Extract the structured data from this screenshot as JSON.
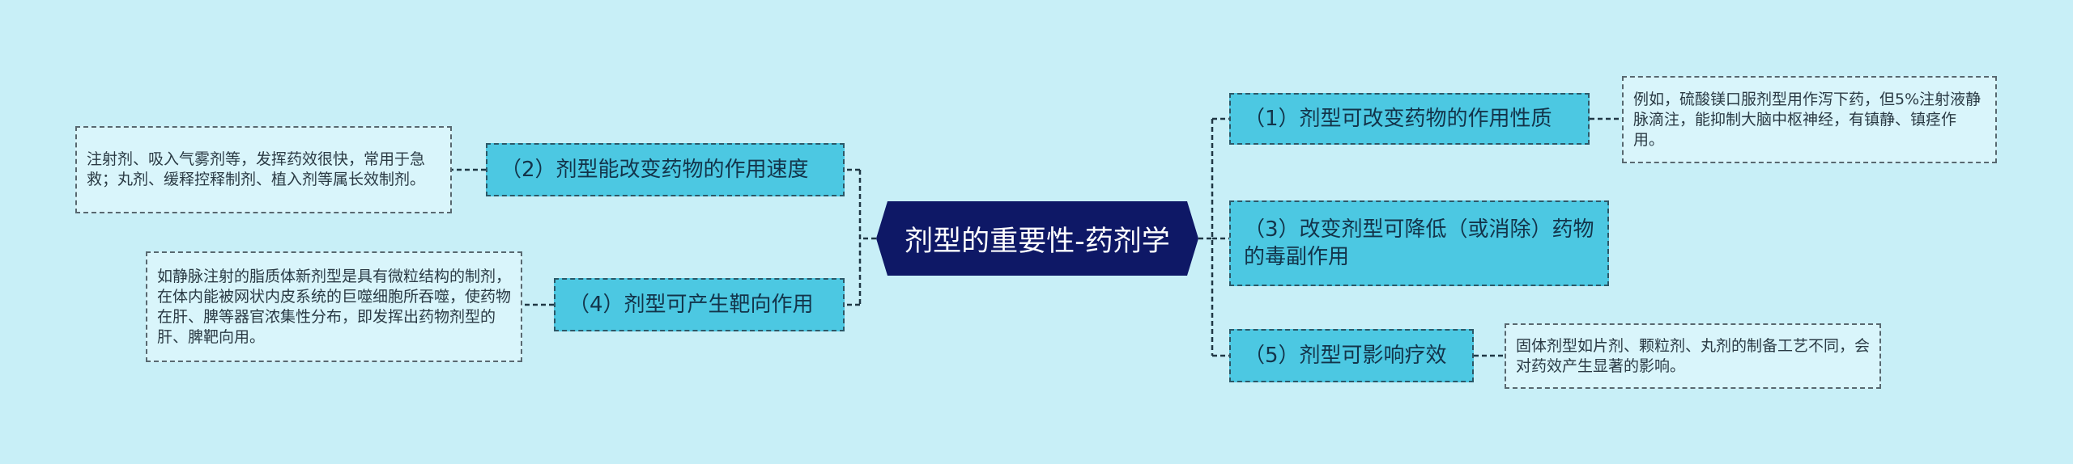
{
  "central": {
    "title": "剂型的重要性-药剂学"
  },
  "branches": [
    {
      "id": "b1",
      "label": "（1）剂型可改变药物的作用性质",
      "detail": "例如，硫酸镁口服剂型用作泻下药，但5%注射液静脉滴注，能抑制大脑中枢神经，有镇静、镇痉作用。"
    },
    {
      "id": "b2",
      "label": "（2）剂型能改变药物的作用速度",
      "detail": "注射剂、吸入气雾剂等，发挥药效很快，常用于急救；丸剂、缓释控释制剂、植入剂等属长效制剂。"
    },
    {
      "id": "b3",
      "label": "（3）改变剂型可降低（或消除）药物的毒副作用"
    },
    {
      "id": "b4",
      "label": "（4）剂型可产生靶向作用",
      "detail": "如静脉注射的脂质体新剂型是具有微粒结构的制剂，在体内能被网状内皮系统的巨噬细胞所吞噬，使药物在肝、脾等器官浓集性分布，即发挥出药物剂型的肝、脾靶向用。"
    },
    {
      "id": "b5",
      "label": "（5）剂型可影响疗效",
      "detail": "固体剂型如片剂、颗粒剂、丸剂的制备工艺不同，会对药效产生显著的影响。"
    }
  ],
  "colors": {
    "background": "#c8eff7",
    "central": "#0e1866",
    "branch": "#4cc8e2",
    "leaf": "#d9f5fb",
    "line": "#1f3744"
  }
}
